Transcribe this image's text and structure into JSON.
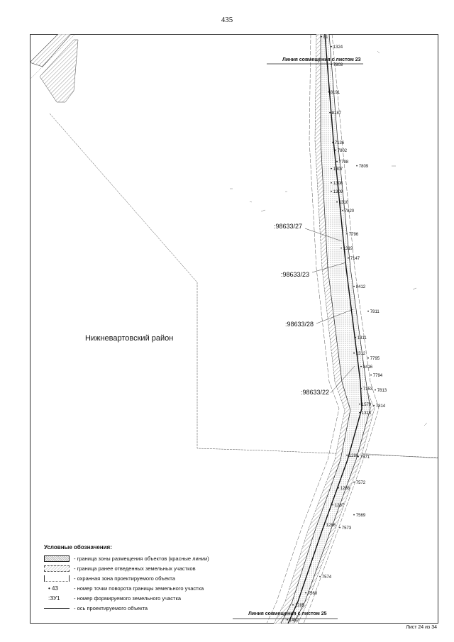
{
  "page_number": "435",
  "sheet_label": "Лист 24 из 34",
  "region_label": "Нижневартовский район",
  "match_lines": {
    "top": "Линия совмещения с листом 23",
    "bottom": "Линия совмещения с листом 25"
  },
  "parcels": [
    ":98633/27",
    ":98633/23",
    ":98633/28",
    ":98633/22"
  ],
  "points": [
    "81",
    "1324",
    "7803",
    "8191",
    "8187",
    "7136",
    "7802",
    "7798",
    "1307",
    "7809",
    "1308",
    "1309",
    "1310",
    "7820",
    "7796",
    "1319",
    "7147",
    "8412",
    "7811",
    "1311",
    "1312",
    "7795",
    "8416",
    "7794",
    "7153",
    "7813",
    "1579",
    "7814",
    "1313",
    "1280",
    "7571",
    "7572",
    "1288",
    "1287",
    "7569",
    "1286",
    "7573",
    "7574",
    "7568",
    "1285",
    "1462"
  ],
  "legend": {
    "title": "Условные обозначения:",
    "items": [
      {
        "symbol": "",
        "text": "- граница зоны размещения объектов (красные линии)"
      },
      {
        "symbol": "",
        "text": "- граница ранее отведенных земельных участков"
      },
      {
        "symbol": "",
        "text": "- охранная зона проектируемого объекта"
      },
      {
        "symbol": "• 43",
        "text": "- номер точки поворота границы земельного участка"
      },
      {
        "symbol": ":ЗУ1",
        "text": "- номер формируемого земельного участка"
      },
      {
        "symbol": "",
        "text": "- ось проектируемого объекта"
      }
    ]
  },
  "colors": {
    "line": "#222222",
    "hatch": "#9a9a9a",
    "frame": "#333333"
  }
}
